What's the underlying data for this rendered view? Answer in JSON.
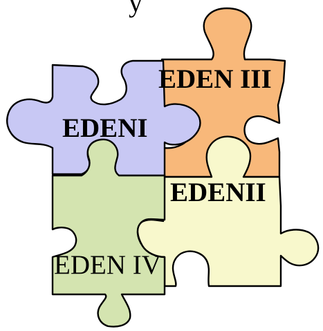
{
  "title_fragment": "y",
  "pieces": [
    {
      "id": "eden-i",
      "label": "EDENI",
      "fill": "#c8c8f4"
    },
    {
      "id": "eden-iii",
      "label": "EDEN III",
      "fill": "#f8b87a"
    },
    {
      "id": "eden-ii",
      "label": "EDENII",
      "fill": "#f8f8cc"
    },
    {
      "id": "eden-iv",
      "label": "EDEN IV",
      "fill": "#d4e4b0"
    }
  ],
  "outline_color": "#000000"
}
